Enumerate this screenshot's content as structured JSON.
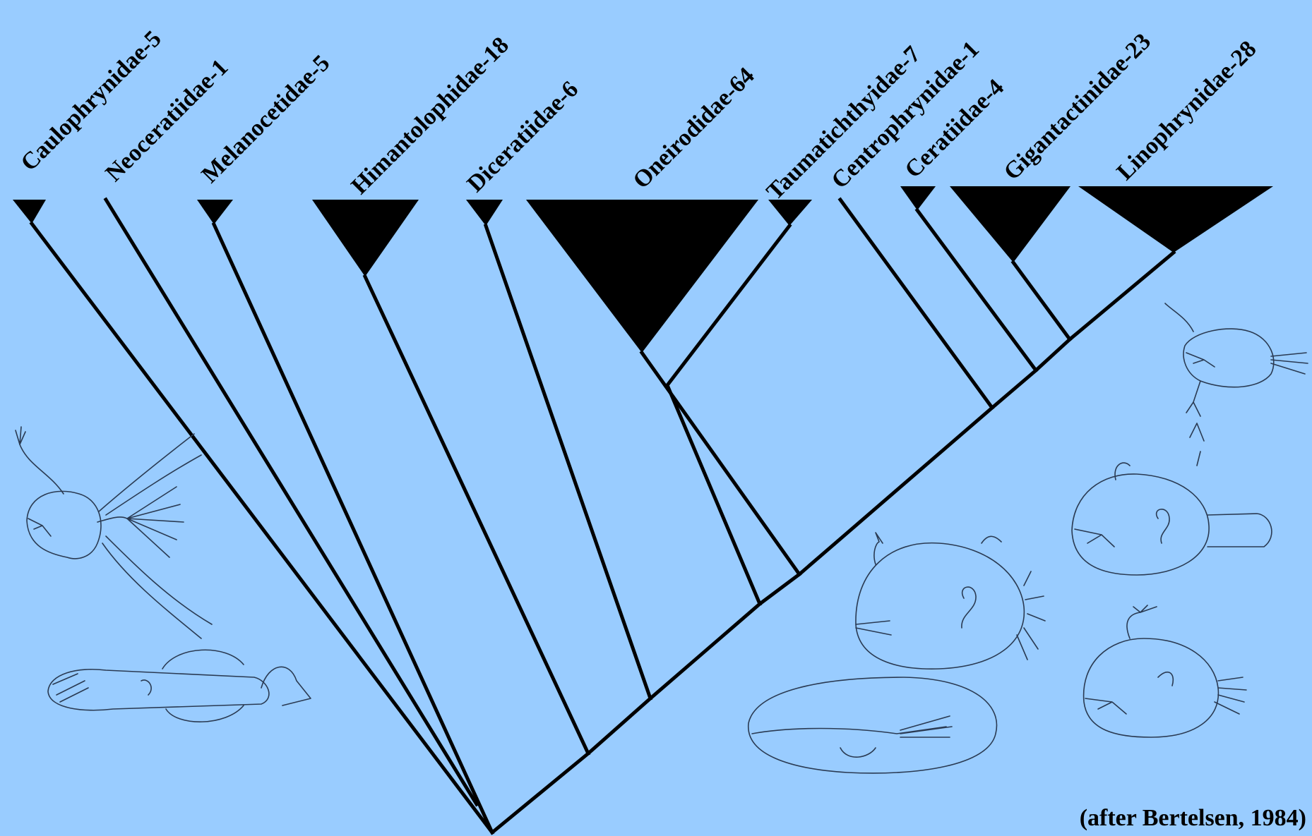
{
  "taxa": [
    {
      "name": "Caulophrynidae-5"
    },
    {
      "name": "Neoceratiidae-1"
    },
    {
      "name": "Melanocetidae-5"
    },
    {
      "name": "Himantolophidae-18"
    },
    {
      "name": "Diceratiidae-6"
    },
    {
      "name": "Oneirodidae-64"
    },
    {
      "name": "Taumatichthyidae-7"
    },
    {
      "name": "Centrophrynidae-1"
    },
    {
      "name": "Ceratiidae-4"
    },
    {
      "name": "Gigantactinidae-23"
    },
    {
      "name": "Linophrynidae-28"
    }
  ],
  "credit": "(after Bertelsen, 1984)",
  "colors": {
    "background": "#99ccff",
    "lines": "#000000",
    "illustrations": "#2a3a52"
  }
}
